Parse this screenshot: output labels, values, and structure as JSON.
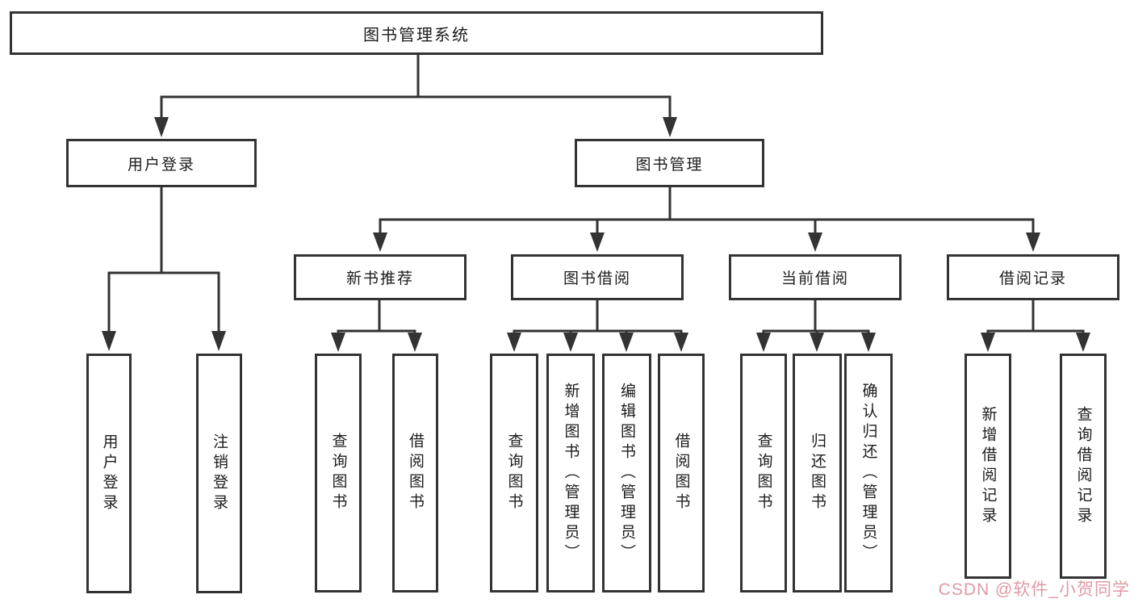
{
  "colors": {
    "line": "#333333",
    "box-bg": "#ffffff",
    "text": "#1c1c1c",
    "watermark": "#e09aa5"
  },
  "watermark": "CSDN @软件_小贺同学",
  "tree": {
    "root": "图书管理系统",
    "level2": {
      "login": "用户登录",
      "manage": "图书管理"
    },
    "level3": {
      "recommend": "新书推荐",
      "borrow": "图书借阅",
      "current": "当前借阅",
      "records": "借阅记录"
    },
    "leaves": {
      "login": [
        "用户登录",
        "注销登录"
      ],
      "recommend": [
        "查询图书",
        "借阅图书"
      ],
      "borrow": [
        "查询图书",
        "新增图书（管理员）",
        "编辑图书（管理员）",
        "借阅图书"
      ],
      "current": [
        "查询图书",
        "归还图书",
        "确认归还（管理员）"
      ],
      "records": [
        "新增借阅记录",
        "查询借阅记录"
      ]
    }
  }
}
